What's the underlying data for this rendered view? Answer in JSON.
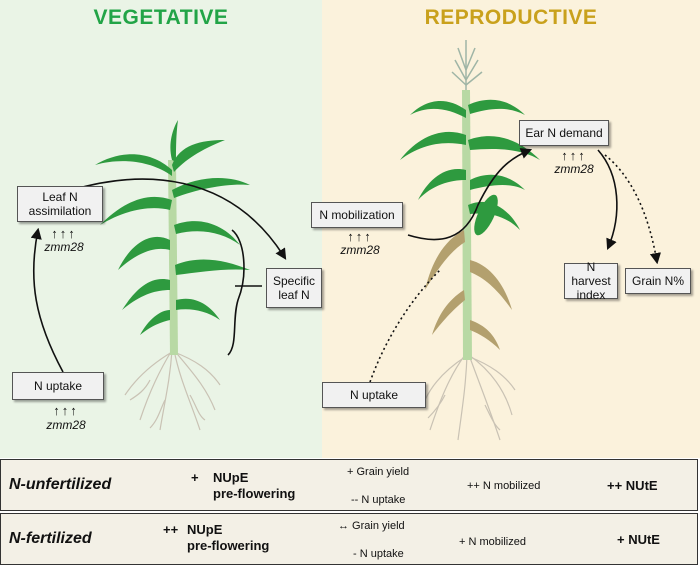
{
  "panels": {
    "vegetative": "VEGETATIVE",
    "reproductive": "REPRODUCTIVE"
  },
  "vegetative": {
    "leaf_n_assimilation": "Leaf N assimilation",
    "specific_leaf_n": "Specific leaf N",
    "n_uptake": "N uptake",
    "gene": "zmm28",
    "arrows": "↑↑↑"
  },
  "reproductive": {
    "n_mobilization": "N mobilization",
    "ear_n_demand": "Ear N demand",
    "n_harvest_index": "N harvest index",
    "grain_n_pct": "Grain N%",
    "n_uptake": "N uptake",
    "gene": "zmm28",
    "arrows": "↑↑↑"
  },
  "table": {
    "rows": [
      {
        "condition": "N-unfertilized",
        "nupe_sign": "+",
        "nupe_label": "NUpE",
        "nupe_sub": "pre-flowering",
        "grain_yield": "+ Grain yield",
        "n_uptake": "-- N uptake",
        "n_mobilized": "++ N mobilized",
        "nute": "++ NUtE"
      },
      {
        "condition": "N-fertilized",
        "nupe_sign": "++",
        "nupe_label": "NUpE",
        "nupe_sub": "pre-flowering",
        "grain_yield": "↔ Grain yield",
        "n_uptake": "- N uptake",
        "n_mobilized": "+ N mobilized",
        "nute": "+ NUtE"
      }
    ]
  },
  "colors": {
    "vegetative_bg": "#eaf4e6",
    "reproductive_bg": "#fbf2dc",
    "vegetative_heading": "#22a447",
    "reproductive_heading": "#c9a11c",
    "leaf_green": "#2e9a3f"
  }
}
